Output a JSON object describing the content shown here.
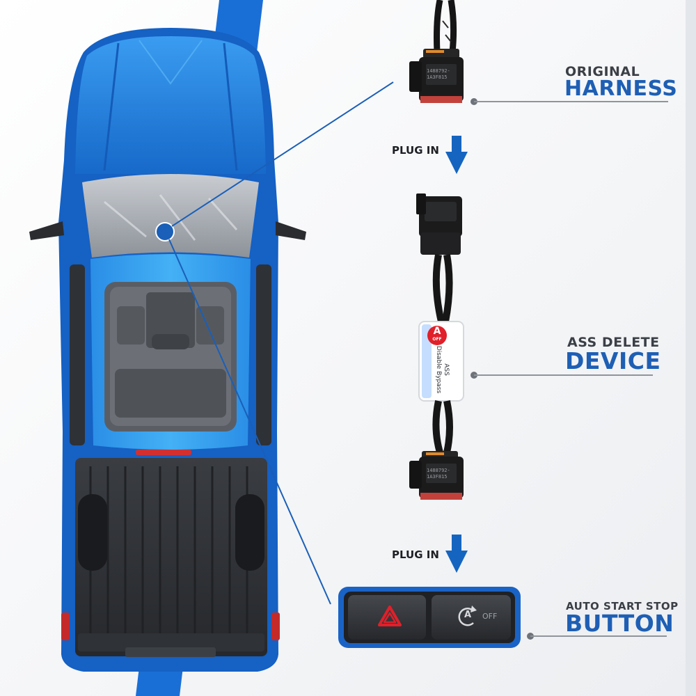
{
  "labels": {
    "original_small": "ORIGINAL",
    "original_big": "HARNESS",
    "device_small": "ASS DELETE",
    "device_big": "DEVICE",
    "button_small": "AUTO START STOP",
    "button_big": "BUTTON",
    "plug_in_1": "PLUG IN",
    "plug_in_2": "PLUG IN"
  },
  "device_sticker": {
    "logo_letter": "A",
    "logo_sub": "OFF",
    "line1": "ASS",
    "line2": "Disable Bypass"
  },
  "switch_panel": {
    "auto_symbol": "A",
    "auto_text": "OFF"
  },
  "connector_text": {
    "upper_l1": "1488792-",
    "upper_l2": "1A3F815",
    "lower_l1": "1488792-",
    "lower_l2": "1A3F815"
  },
  "colors": {
    "accent_blue": "#1e5fb4",
    "stripe_blue": "#1a6fd6",
    "truck_blue": "#1e88e5",
    "arrow_blue": "#1565c0",
    "hazard_red": "#e0202a"
  },
  "icons": [
    "arrow-down-icon",
    "hazard-icon",
    "auto-start-stop-icon"
  ]
}
